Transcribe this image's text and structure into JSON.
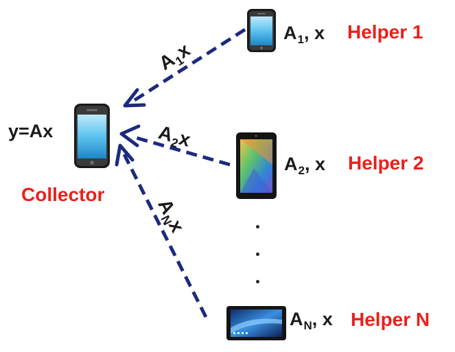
{
  "collector": {
    "equation": "y=Ax",
    "label": "Collector"
  },
  "helpers": [
    {
      "matrix": "A",
      "sub": "1",
      "vec": ", x",
      "name": "Helper 1",
      "arrow_matrix": "A",
      "arrow_sub": "1",
      "arrow_vec": "x",
      "device": "phone"
    },
    {
      "matrix": "A",
      "sub": "2",
      "vec": ", x",
      "name": "Helper 2",
      "arrow_matrix": "A",
      "arrow_sub": "2",
      "arrow_vec": "x",
      "device": "tablet"
    },
    {
      "matrix": "A",
      "sub": "N",
      "vec": ", x",
      "name": "Helper N",
      "arrow_matrix": "A",
      "arrow_sub": "N",
      "arrow_vec": "x",
      "device": "landscape-tablet"
    }
  ],
  "ellipsis": "...",
  "colors": {
    "arrow": "#1c2a7d",
    "role_label": "#e8211c",
    "text": "#1a1a1a"
  }
}
